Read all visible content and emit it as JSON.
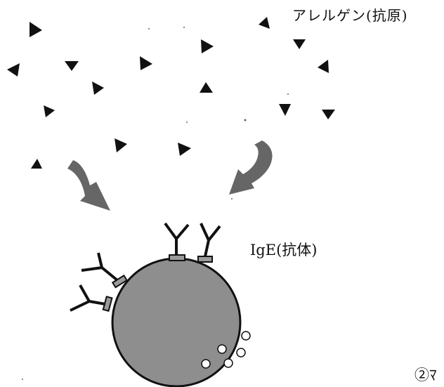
{
  "labels": {
    "allergen": "アレルゲン(抗原)",
    "antibody": "IgE(抗体)",
    "corner": "②ﾏ"
  },
  "colors": {
    "ink": "#111111",
    "cell_fill": "#8e8e8e",
    "arrow_fill": "#666666",
    "receptor_fill": "#9a9a9a",
    "granule_fill": "#ffffff"
  },
  "icons": {
    "allergen": "triangle-icon",
    "flow": "curved-arrow-icon",
    "antibody": "y-shape-icon"
  }
}
